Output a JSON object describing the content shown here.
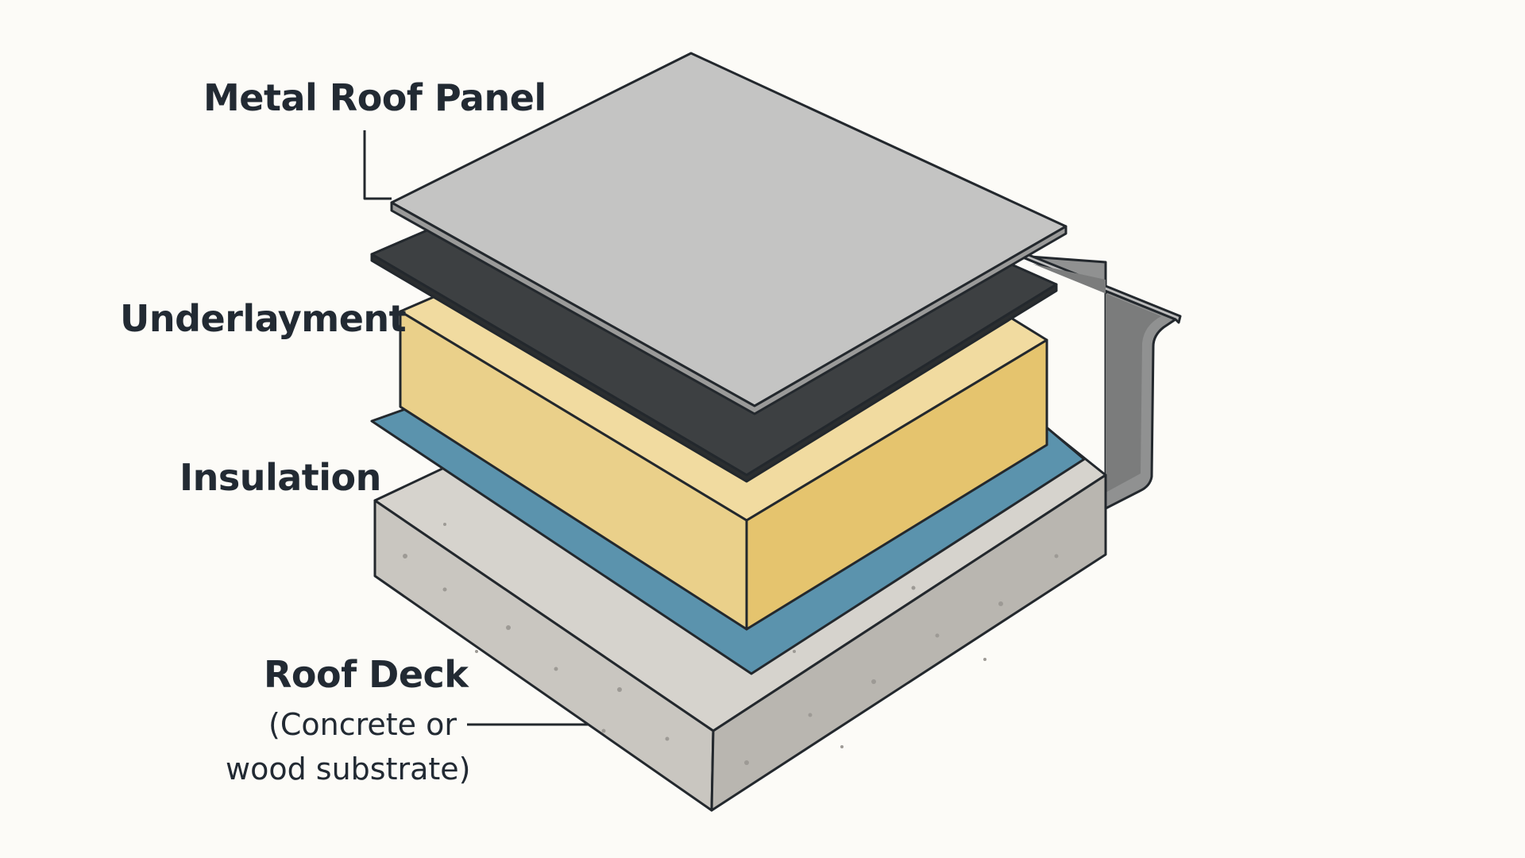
{
  "labels": {
    "metal_panel": "Metal Roof Panel",
    "underlayment": "Underlayment",
    "insulation": "Insulation",
    "roof_deck": "Roof Deck",
    "roof_deck_note_line1": "(Concrete or",
    "roof_deck_note_line2": "wood substrate)"
  },
  "colors": {
    "background": "#fcfbf7",
    "metal_panel": "#c4c4c3",
    "underlayment": "#3d4042",
    "insulation": "#ecd28e",
    "membrane": "#5b93ad",
    "roof_deck": "#cfccc6",
    "gutter": "#8e8f8f",
    "outline": "#23282d"
  },
  "icons": [
    "leader-line"
  ]
}
